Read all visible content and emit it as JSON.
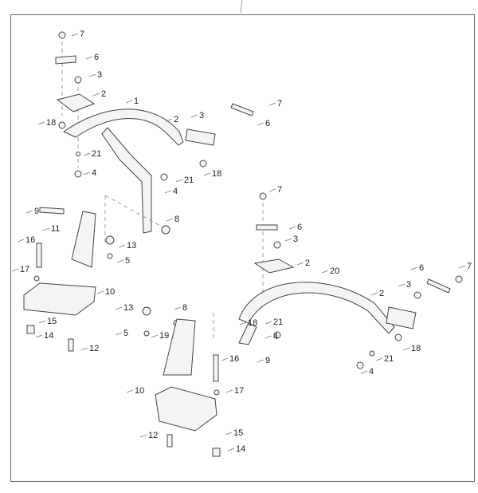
{
  "diagram": {
    "type": "exploded-parts-diagram",
    "callouts": [
      "7",
      "6",
      "3",
      "2",
      "1",
      "18",
      "21",
      "4",
      "2",
      "3",
      "7",
      "6",
      "18",
      "21",
      "4",
      "9",
      "8",
      "11",
      "13",
      "16",
      "5",
      "17",
      "10",
      "15",
      "14",
      "12",
      "13",
      "8",
      "5",
      "19",
      "18",
      "9",
      "16",
      "17",
      "10",
      "15",
      "14",
      "12",
      "7",
      "6",
      "3",
      "2",
      "20",
      "6",
      "7",
      "3",
      "2",
      "21",
      "4",
      "18",
      "21",
      "4"
    ]
  }
}
